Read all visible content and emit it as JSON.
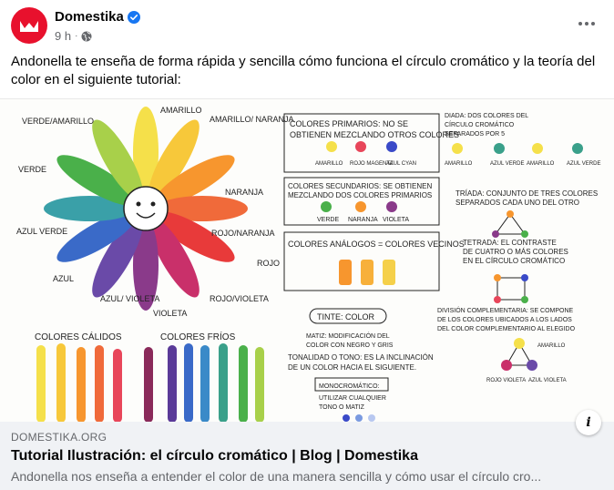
{
  "post": {
    "author": "Domestika",
    "time": "9 h",
    "separator": "·",
    "text": "Andonella te enseña de forma rápida y sencilla cómo funciona el círculo cromático y la teoría del color en el siguiente tutorial:"
  },
  "colors": {
    "brand": "#e8112d",
    "verified": "#1877f2",
    "card_bg": "#f0f2f5"
  },
  "illustration": {
    "wheel_labels": [
      "AMARILLO",
      "AMARILLO/ NARANJA",
      "NARANJA",
      "ROJO/NARANJA",
      "ROJO",
      "ROJO/VIOLETA",
      "VIOLETA",
      "AZUL/ VIOLETA",
      "AZUL",
      "AZUL VERDE",
      "VERDE",
      "VERDE/AMARILLO"
    ],
    "warm_label": "COLORES  CÁLIDOS",
    "cool_label": "COLORES  FRÍOS",
    "primarios_title": "COLORES PRIMARIOS: NO SE",
    "primarios_title2": "OBTIENEN MEZCLANDO OTROS COLORES",
    "primarios_items": [
      "AMARILLO",
      "ROJO MAGENTA",
      "AZUL CYAN"
    ],
    "secundarios_title": "COLORES SECUNDARIOS: SE OBTIENEN",
    "secundarios_title2": "MEZCLANDO DOS COLORES PRIMARIOS",
    "secundarios_items": [
      "VERDE",
      "NARANJA",
      "VIOLETA"
    ],
    "analogos_title": "COLORES ANÁLOGOS = COLORES VECINOS",
    "tinte_label": "TINTE: COLOR",
    "matiz_label": "MATIZ: MODIFICACIÓN DEL",
    "matiz_label2": "COLOR CON NEGRO Y GRIS",
    "tonalidad_label": "TONALIDAD O TONO: ES LA INCLINACIÓN",
    "tonalidad_label2": "DE UN COLOR HACIA EL SIGUIENTE.",
    "mono_title": "MONOCROMÁTICO:",
    "mono_text": "UTILIZAR CUALQUIER",
    "mono_text2": "TONO O MATIZ",
    "diada_title": "DIADA: DOS COLORES DEL",
    "diada_title2": "CÍRCULO CROMÁTICO",
    "diada_title3": "SEPARADOS POR 5",
    "diada_items": [
      "AMARILLO",
      "AZUL VERDE",
      "AMARILLO",
      "AZUL VERDE"
    ],
    "triada_title": "TRÍADA: CONJUNTO DE TRES COLORES",
    "triada_title2": "SEPARADOS CADA UNO DEL OTRO",
    "tetrada_title": "TETRADA: EL CONTRASTE",
    "tetrada_title2": "DE CUATRO O MÁS COLORES",
    "tetrada_title3": "EN EL CÍRCULO CROMÁTICO",
    "complementaria_title": "DIVISIÓN COMPLEMENTARIA: SE COMPONE",
    "complementaria_title2": "DE LOS COLORES UBICADOS A LOS LADOS",
    "complementaria_title3": "DEL COLOR COMPLEMENTARIO AL ELEGIDO",
    "complementaria_items": [
      "AMARILLO",
      "ROJO VIOLETA",
      "AZUL VIOLETA"
    ]
  },
  "link_card": {
    "domain": "DOMESTIKA.ORG",
    "title": "Tutorial Ilustración: el círculo cromático | Blog | Domestika",
    "description": "Andonella nos enseña a entender el color de una manera sencilla y cómo usar el círculo cro...",
    "info_label": "i"
  }
}
